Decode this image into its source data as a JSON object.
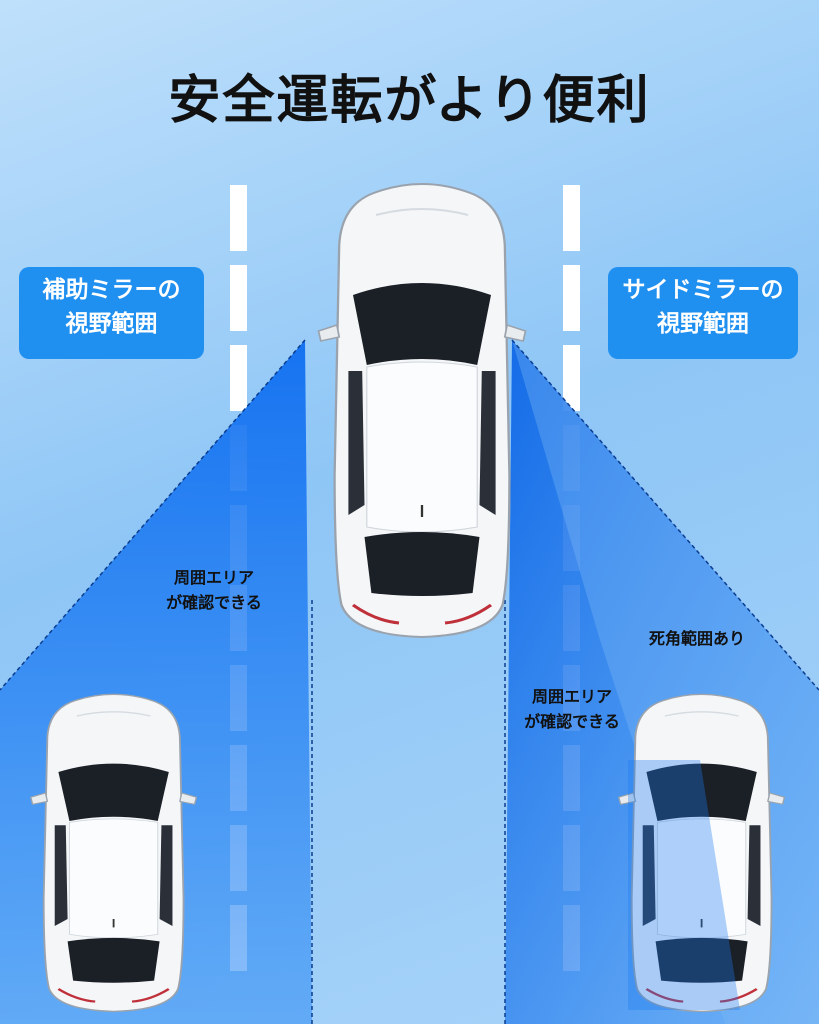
{
  "title": "安全運転がより便利",
  "badges": {
    "left": {
      "line1": "補助ミラーの",
      "line2": "視野範囲"
    },
    "right": {
      "line1": "サイドミラーの",
      "line2": "視野範囲"
    }
  },
  "notes": {
    "left_area": {
      "line1": "周囲エリア",
      "line2": "が確認できる"
    },
    "right_area": {
      "line1": "周囲エリア",
      "line2": "が確認できる"
    },
    "blind_spot": "死角範囲あり"
  },
  "colors": {
    "accent": "#1f8ff0",
    "background": "#a8d3f8",
    "view_cone": "#1e7cf2",
    "car_body": "#f4f6f8",
    "glass": "#1b1f26"
  }
}
